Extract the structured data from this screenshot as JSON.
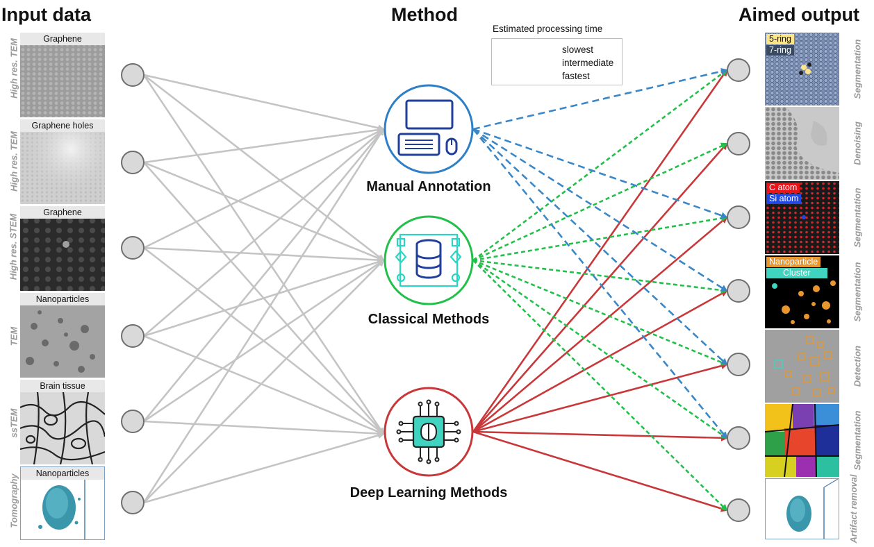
{
  "titles": {
    "input": "Input data",
    "method": "Method",
    "output": "Aimed output"
  },
  "inputs": [
    {
      "label": "Graphene",
      "side": "High res. TEM"
    },
    {
      "label": "Graphene holes",
      "side": "High res. TEM"
    },
    {
      "label": "Graphene",
      "side": "High res. STEM"
    },
    {
      "label": "Nanoparticles",
      "side": "TEM"
    },
    {
      "label": "Brain tissue",
      "side": "ssTEM"
    },
    {
      "label": "Nanoparticles",
      "side": "Tomography"
    }
  ],
  "methods": [
    {
      "label": "Manual Annotation",
      "color": "#2e7fc6",
      "icon": "computer-keyboard-mouse-icon"
    },
    {
      "label": "Classical Methods",
      "color": "#22c04a",
      "icon": "database-flowchart-icon"
    },
    {
      "label": "Deep Learning Methods",
      "color": "#c8383a",
      "icon": "brain-chip-icon"
    }
  ],
  "legend": {
    "title": "Estimated processing time",
    "items": [
      {
        "label": "slowest",
        "color": "#3a87c8",
        "style": "dashed"
      },
      {
        "label": "intermediate",
        "color": "#22c04a",
        "style": "dashed"
      },
      {
        "label": "fastest",
        "color": "#c8383a",
        "style": "solid"
      }
    ]
  },
  "outputs": [
    {
      "task": "Segmentation",
      "tags": [
        "5-ring",
        "7-ring"
      ]
    },
    {
      "task": "Denoising",
      "tags": []
    },
    {
      "task": "Segmentation",
      "tags": [
        "C atom",
        "Si atom"
      ]
    },
    {
      "task": "Segmentation",
      "tags": [
        "Nanoparticle",
        "Cluster"
      ]
    },
    {
      "task": "Detection",
      "tags": []
    },
    {
      "task": "Segmentation",
      "tags": []
    },
    {
      "task": "Artifact removal",
      "tags": []
    }
  ],
  "colors": {
    "input_edge": "#c4c4c4",
    "node_fill": "#d9d9d9",
    "node_stroke": "#6e6e6e",
    "tag_5ring": "#fde58a",
    "tag_7ring": "#3a4a60",
    "tag_catom": "#e8141a",
    "tag_siatom": "#2147e0",
    "tag_nanoparticle": "#e8962d",
    "tag_cluster": "#3fd3c0"
  }
}
